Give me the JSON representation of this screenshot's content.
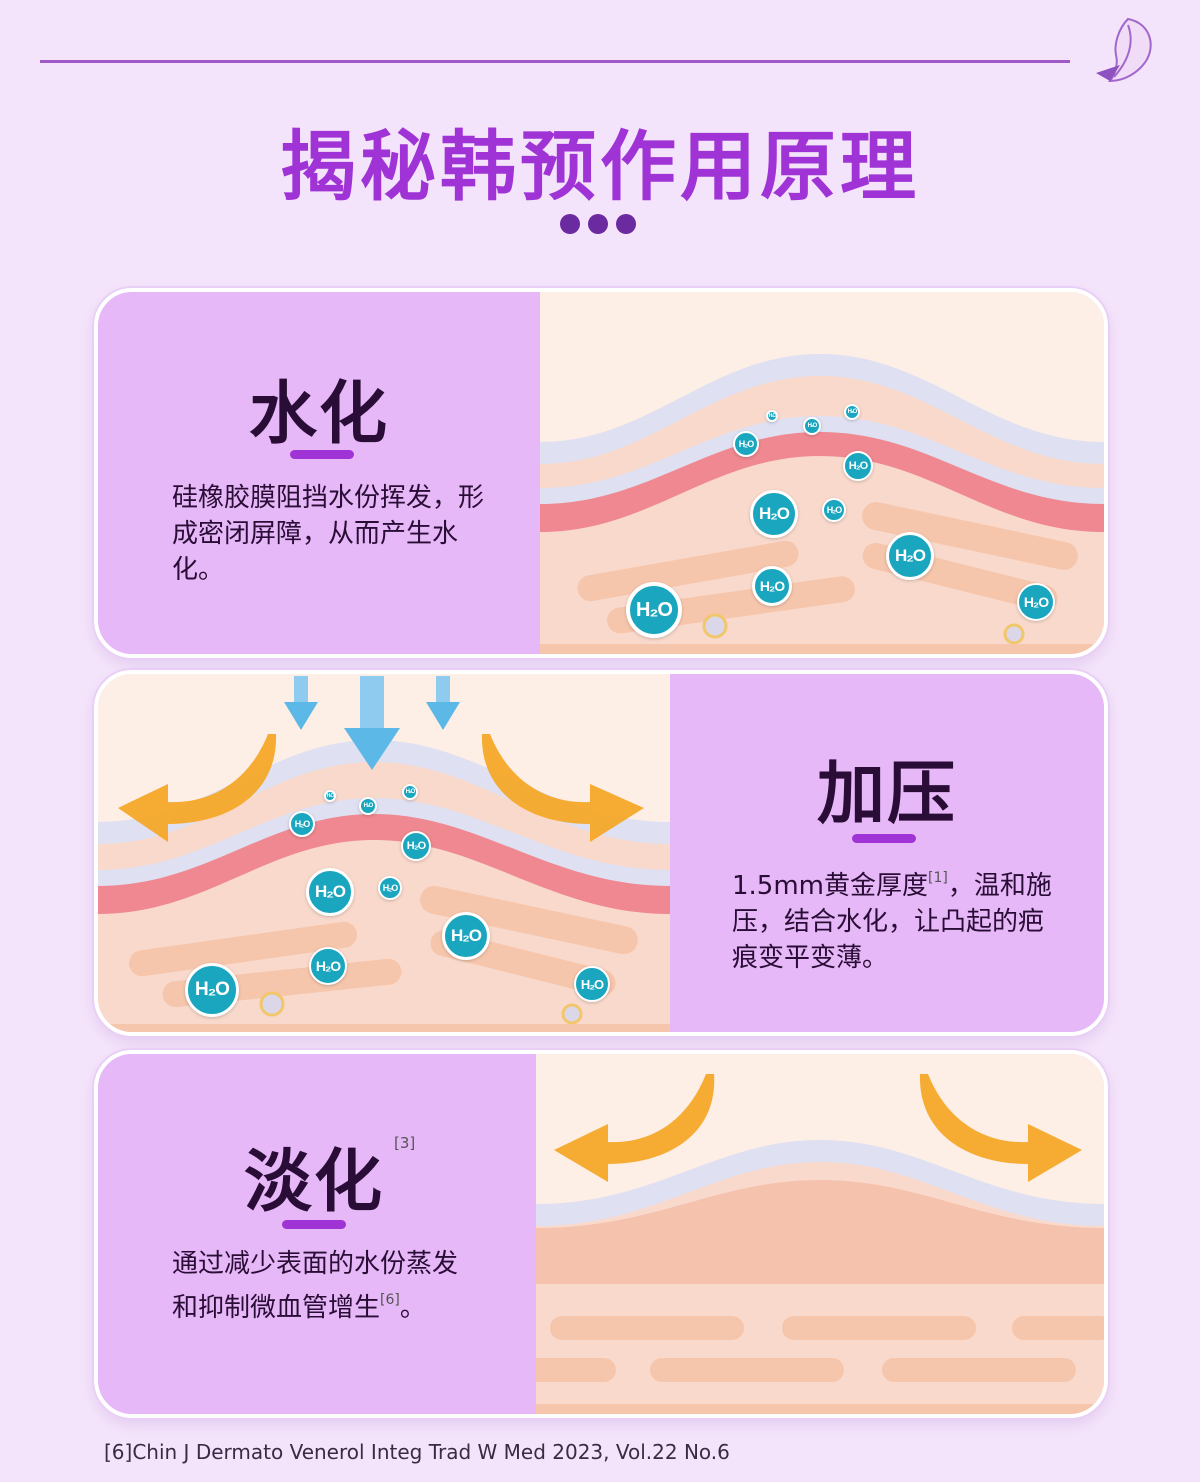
{
  "header": {
    "title": "揭秘韩预作用原理"
  },
  "sections": [
    {
      "heading": "水化",
      "description": "硅橡胶膜阻挡水份挥发，形成密闭屏障，从而产生水化。",
      "molecule_label": "H₂O"
    },
    {
      "heading": "加压",
      "description_a": "1.5mm黄金厚度",
      "ref": "[1]",
      "description_b": "，温和施压，结合水化，让凸起的疤痕变平变薄。",
      "molecule_label": "H₂O"
    },
    {
      "heading": "淡化",
      "heading_ref": "[3]",
      "description_a": "通过减少表面的水份蒸发和抑制微血管增生",
      "ref": "[6]",
      "description_b": "。"
    }
  ],
  "footer": {
    "citation": "[6]Chin J Dermato Venerol Integ Trad W Med 2023, Vol.22 No.6"
  },
  "colors": {
    "background": "#f4e4fb",
    "accent": "#a033d6",
    "panel": "#e6b8f7",
    "skin": "#fdeee6",
    "molecule": "#1aa6be",
    "arrow_orange": "#f5a623",
    "arrow_blue": "#5cb8e6"
  }
}
